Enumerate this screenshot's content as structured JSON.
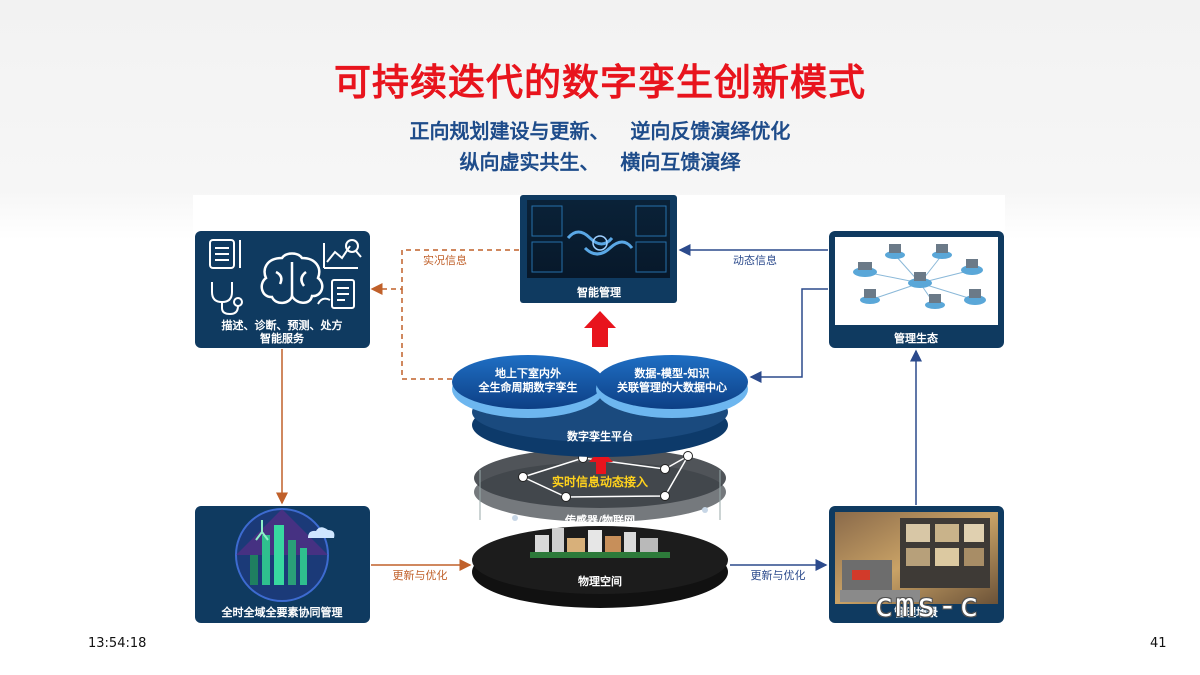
{
  "title": "可持续迭代的数字孪生创新模式",
  "subtitle_line1": "正向规划建设与更新、   逆向反馈演绎优化",
  "subtitle_line2": "纵向虚实共生、   横向互馈演绎",
  "nodes": {
    "smart_service_line1": "描述、诊断、预测、处方",
    "smart_service_line2": "智能服务",
    "smart_management": "智能管理",
    "management_ecology": "管理生态",
    "collab_management": "全时全域全要素协同管理",
    "management_scene": "管理场景",
    "ellipse_left_line1": "地上下室内外",
    "ellipse_left_line2": "全生命周期数字孪生",
    "ellipse_right_line1": "数据-模型-知识",
    "ellipse_right_line2": "关联管理的大数据中心",
    "twin_platform": "数字孪生平台",
    "realtime_access": "实时信息动态接入",
    "sensor_iot": "传感器/物联网",
    "physical_space": "物理空间"
  },
  "flows": {
    "actual_info": "实况信息",
    "dynamic_info": "动态信息",
    "update_left": "更新与优化",
    "update_right": "更新与优化"
  },
  "colors": {
    "title": "#e8141d",
    "subtitle": "#1e4c8a",
    "box": "#0f3a60",
    "orange_flow": "#c0602a",
    "blue_flow": "#2b4a8c",
    "red_arrow": "#e8141d"
  },
  "footer": {
    "time": "13:54:18",
    "page": "41"
  },
  "watermark": "cms-c"
}
